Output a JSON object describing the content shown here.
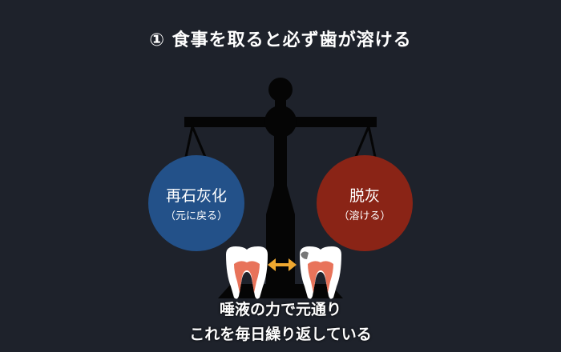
{
  "title": "① 食事を取ると必ず歯が溶ける",
  "left_ball": {
    "label": "再石灰化",
    "sub": "（元に戻る）",
    "color": "#235189"
  },
  "right_ball": {
    "label": "脱灰",
    "sub": "（溶ける）",
    "color": "#8a2416"
  },
  "caption": {
    "line1": "唾液の力で元通り",
    "line2": "これを毎日繰り返している"
  },
  "colors": {
    "background": "#1e222b",
    "scale": "#050505",
    "arrow": "#f0a830",
    "tooth_pulp": "#e8735a"
  }
}
